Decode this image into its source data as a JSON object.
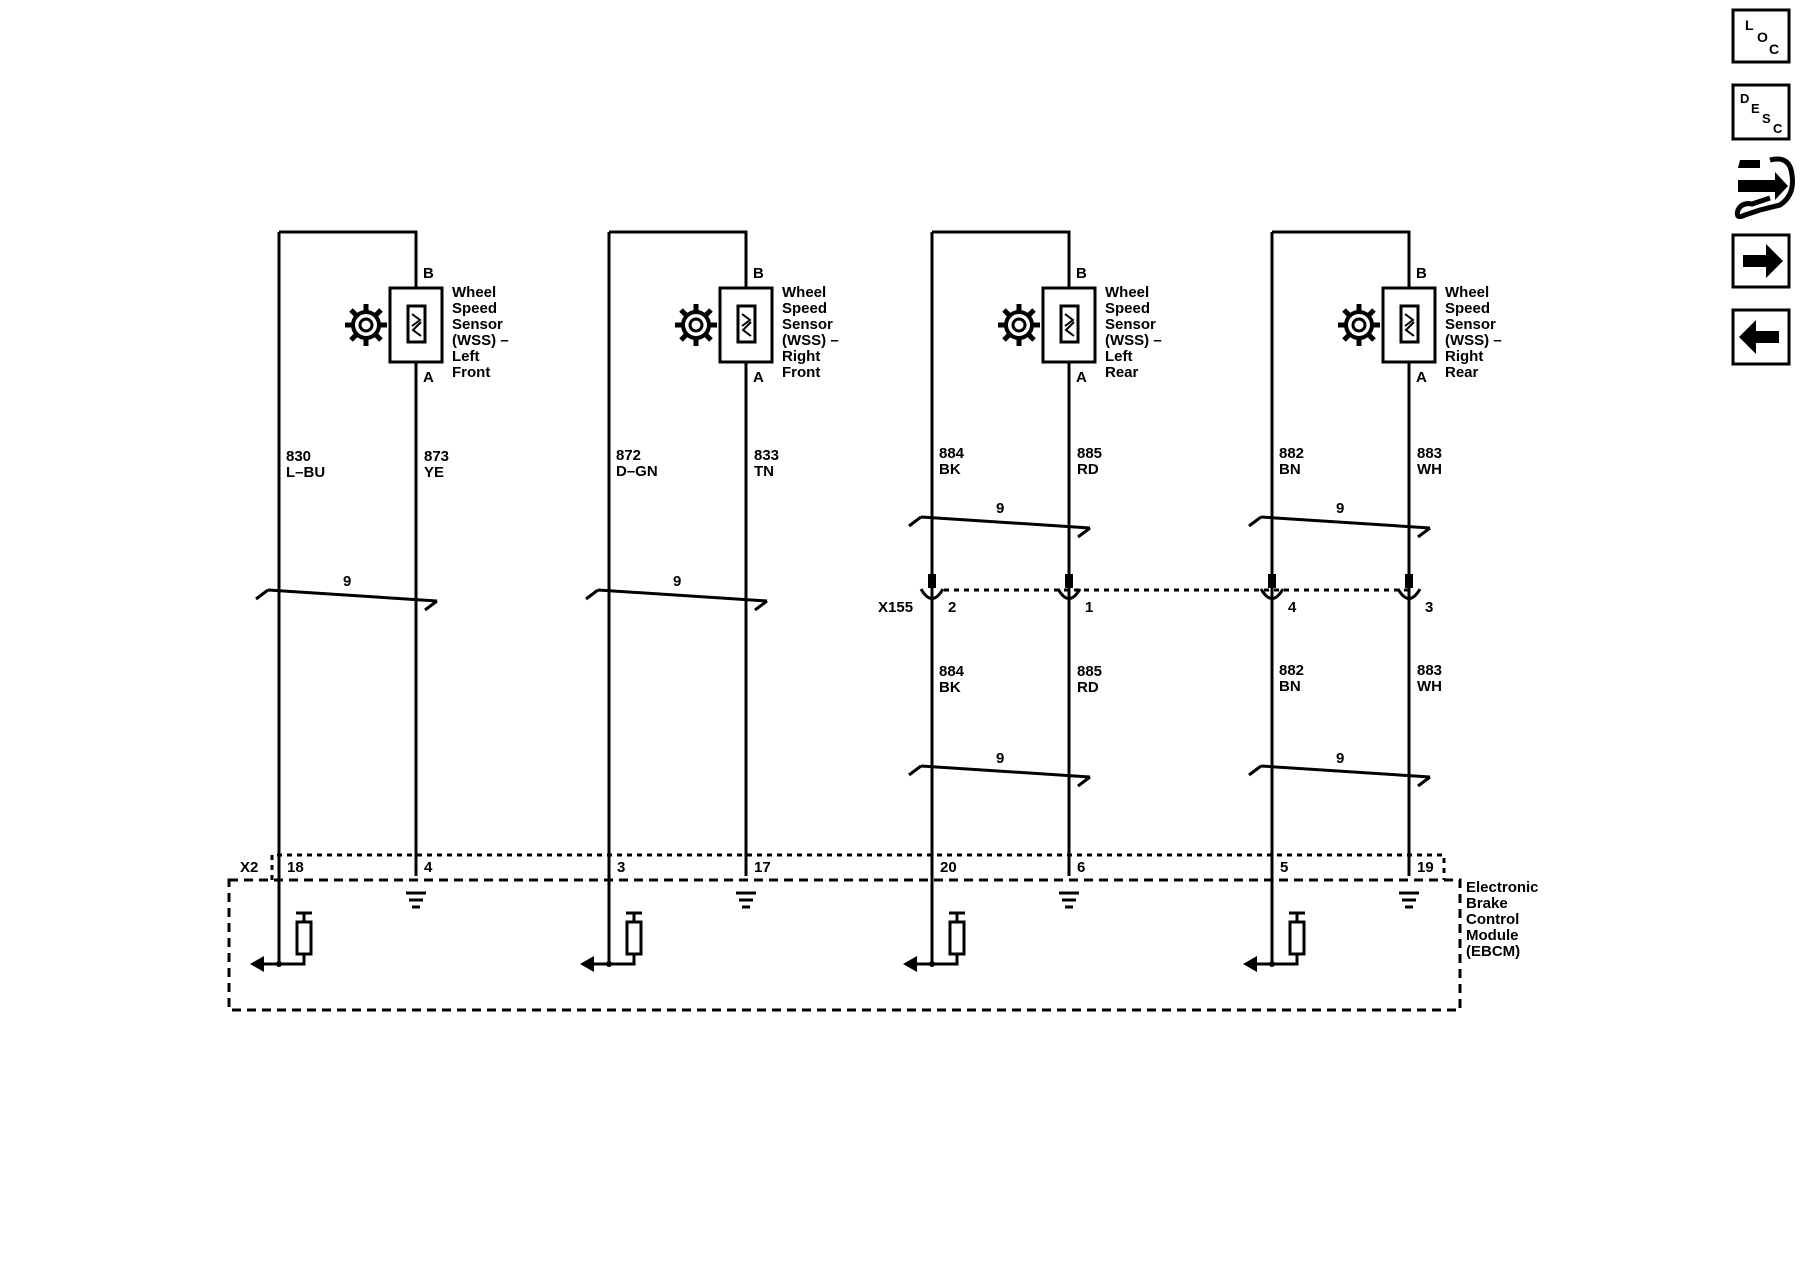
{
  "nav": {
    "loc": {
      "l": "L",
      "o": "O",
      "c": "C"
    },
    "desc": {
      "d": "D",
      "e": "E",
      "s": "S",
      "c": "C"
    }
  },
  "sensors": [
    {
      "name_lines": [
        "Wheel",
        "Speed",
        "Sensor",
        "(WSS) –",
        "Left",
        "Front"
      ],
      "pin_top": "B",
      "pin_bottom": "A"
    },
    {
      "name_lines": [
        "Wheel",
        "Speed",
        "Sensor",
        "(WSS) –",
        "Right",
        "Front"
      ],
      "pin_top": "B",
      "pin_bottom": "A"
    },
    {
      "name_lines": [
        "Wheel",
        "Speed",
        "Sensor",
        "(WSS) –",
        "Left",
        "Rear"
      ],
      "pin_top": "B",
      "pin_bottom": "A"
    },
    {
      "name_lines": [
        "Wheel",
        "Speed",
        "Sensor",
        "(WSS) –",
        "Right",
        "Rear"
      ],
      "pin_top": "B",
      "pin_bottom": "A"
    }
  ],
  "wires_upper": [
    {
      "circuit": "830",
      "color": "L–BU"
    },
    {
      "circuit": "873",
      "color": "YE"
    },
    {
      "circuit": "872",
      "color": "D–GN"
    },
    {
      "circuit": "833",
      "color": "TN"
    },
    {
      "circuit": "884",
      "color": "BK"
    },
    {
      "circuit": "885",
      "color": "RD"
    },
    {
      "circuit": "882",
      "color": "BN"
    },
    {
      "circuit": "883",
      "color": "WH"
    }
  ],
  "wires_lower": [
    {
      "circuit": "884",
      "color": "BK"
    },
    {
      "circuit": "885",
      "color": "RD"
    },
    {
      "circuit": "882",
      "color": "BN"
    },
    {
      "circuit": "883",
      "color": "WH"
    }
  ],
  "twist_label": "9",
  "connector_x155": {
    "name": "X155",
    "pins": [
      "2",
      "1",
      "4",
      "3"
    ]
  },
  "connector_x2": {
    "name": "X2",
    "pins": [
      "18",
      "4",
      "3",
      "17",
      "20",
      "6",
      "5",
      "19"
    ]
  },
  "module": {
    "name_lines": [
      "Electronic",
      "Brake",
      "Control",
      "Module",
      "(EBCM)"
    ]
  }
}
